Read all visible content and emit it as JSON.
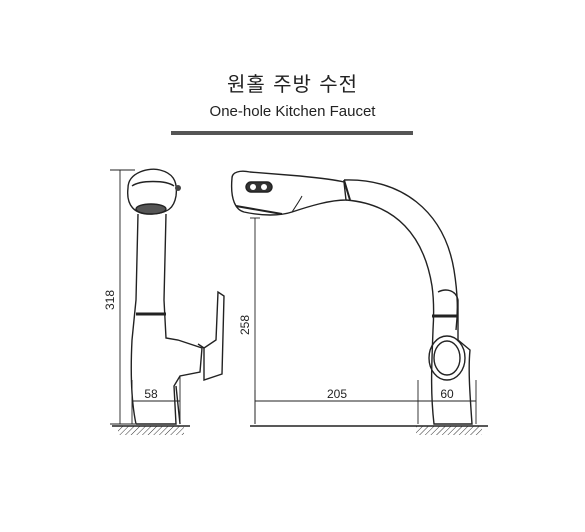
{
  "header": {
    "title_ko": "원홀 주방 수전",
    "title_en": "One-hole Kitchen Faucet"
  },
  "dimensions": {
    "front_height": "318",
    "front_base_width": "58",
    "side_height": "258",
    "spout_reach": "205",
    "side_base_width": "60"
  },
  "colors": {
    "line": "#222222",
    "rule": "#555555"
  }
}
